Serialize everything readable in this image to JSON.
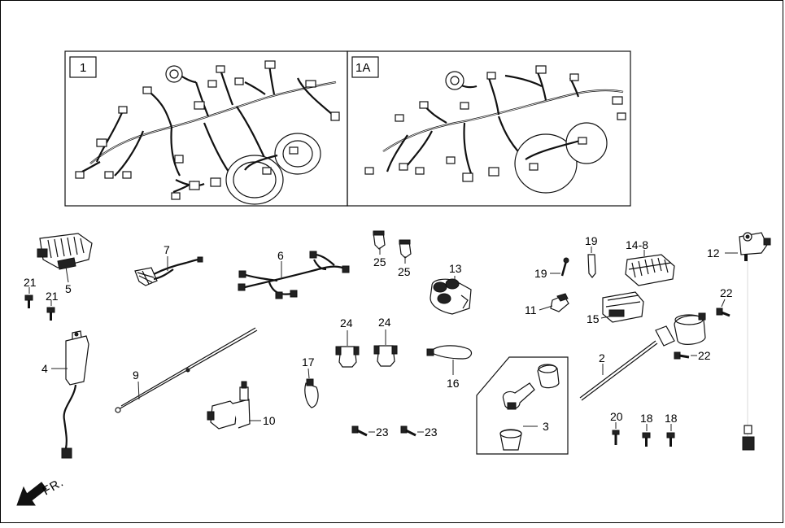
{
  "boxes": [
    {
      "label": "1"
    },
    {
      "label": "1A"
    }
  ],
  "callouts": {
    "c2": "2",
    "c3": "3",
    "c4": "4",
    "c5": "5",
    "c6": "6",
    "c7": "7",
    "c9": "9",
    "c10": "10",
    "c11": "11",
    "c12": "12",
    "c13": "13",
    "c14_8": "14-8",
    "c15": "15",
    "c16": "16",
    "c17": "17",
    "c18a": "18",
    "c18b": "18",
    "c19a": "19",
    "c19b": "19",
    "c20": "20",
    "c21a": "21",
    "c21b": "21",
    "c22a": "22",
    "c22b": "22",
    "c23a": "23",
    "c23b": "23",
    "c24a": "24",
    "c24b": "24",
    "c25a": "25",
    "c25b": "25"
  },
  "direction": {
    "label": "FR.",
    "icon": "front-arrow-icon"
  },
  "colors": {
    "ink": "#111111",
    "background": "#ffffff"
  }
}
